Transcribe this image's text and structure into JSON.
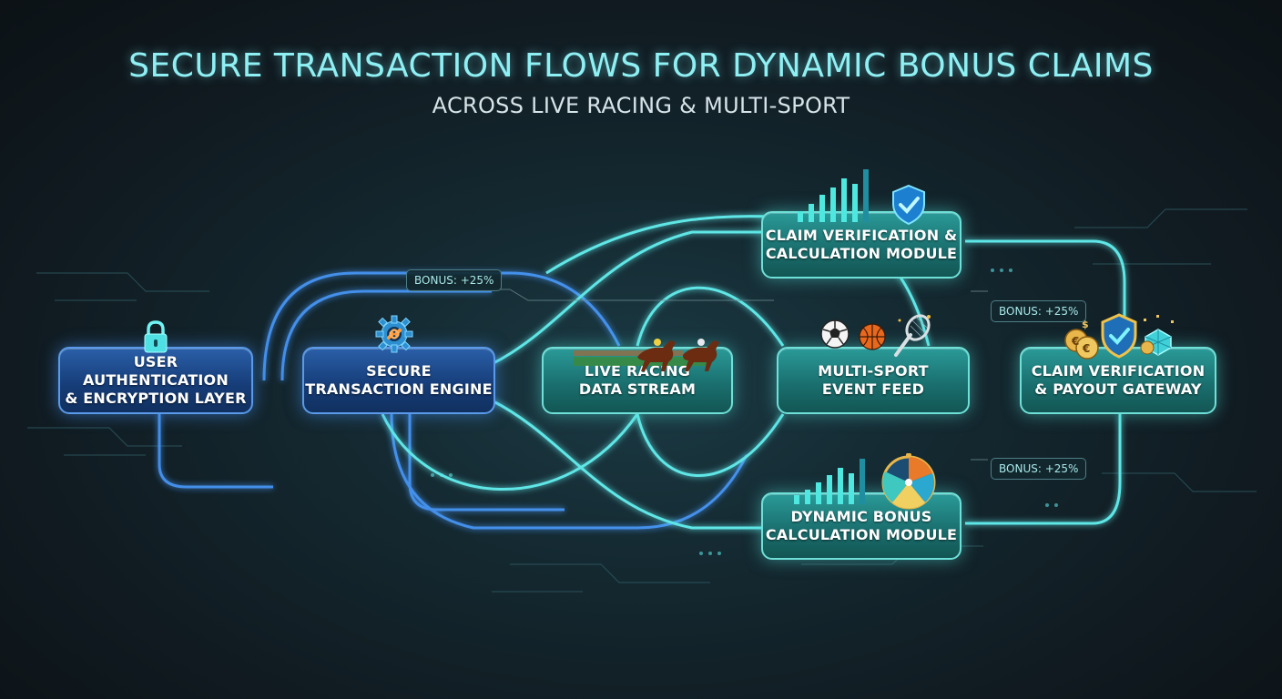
{
  "header": {
    "title": "SECURE TRANSACTION FLOWS FOR DYNAMIC BONUS CLAIMS",
    "subtitle": "ACROSS LIVE RACING & MULTI-SPORT"
  },
  "nodes": {
    "auth": {
      "line1": "USER AUTHENTICATION",
      "line2": "& ENCRYPTION LAYER"
    },
    "engine": {
      "line1": "SECURE",
      "line2": "TRANSACTION ENGINE"
    },
    "racing": {
      "line1": "LIVE RACING",
      "line2": "DATA STREAM"
    },
    "multisport": {
      "line1": "MULTI-SPORT",
      "line2": "EVENT FEED"
    },
    "verify_top": {
      "line1": "CLAIM VERIFICATION &",
      "line2": "CALCULATION MODULE"
    },
    "bonus_calc": {
      "line1": "DYNAMIC BONUS",
      "line2": "CALCULATION MODULE"
    },
    "payout": {
      "line1": "CLAIM VERIFICATION",
      "line2": "& PAYOUT GATEWAY"
    }
  },
  "badges": {
    "engine": "BONUS: +25%",
    "payout_top": "BONUS: +25%",
    "payout_bottom": "BONUS: +25%"
  },
  "icons": {
    "auth": "padlock-icon",
    "engine": "gear-chain-icon",
    "racing": "racehorse-icon",
    "multisport": [
      "soccer-ball-icon",
      "basketball-icon",
      "tennis-racket-icon"
    ],
    "verify_top": [
      "bar-chart-icon",
      "shield-check-icon"
    ],
    "bonus_calc": [
      "bar-chart-icon",
      "wheel-gauge-icon"
    ],
    "payout": [
      "coins-icon",
      "shield-check-icon",
      "gem-icon"
    ]
  },
  "colors": {
    "title": "#8ff0f4",
    "wire_teal": "#5fe6e6",
    "wire_blue": "#4a9bff",
    "node_blue": "#1a4585",
    "node_teal": "#1f807e",
    "accent_gold": "#e8b64a"
  }
}
